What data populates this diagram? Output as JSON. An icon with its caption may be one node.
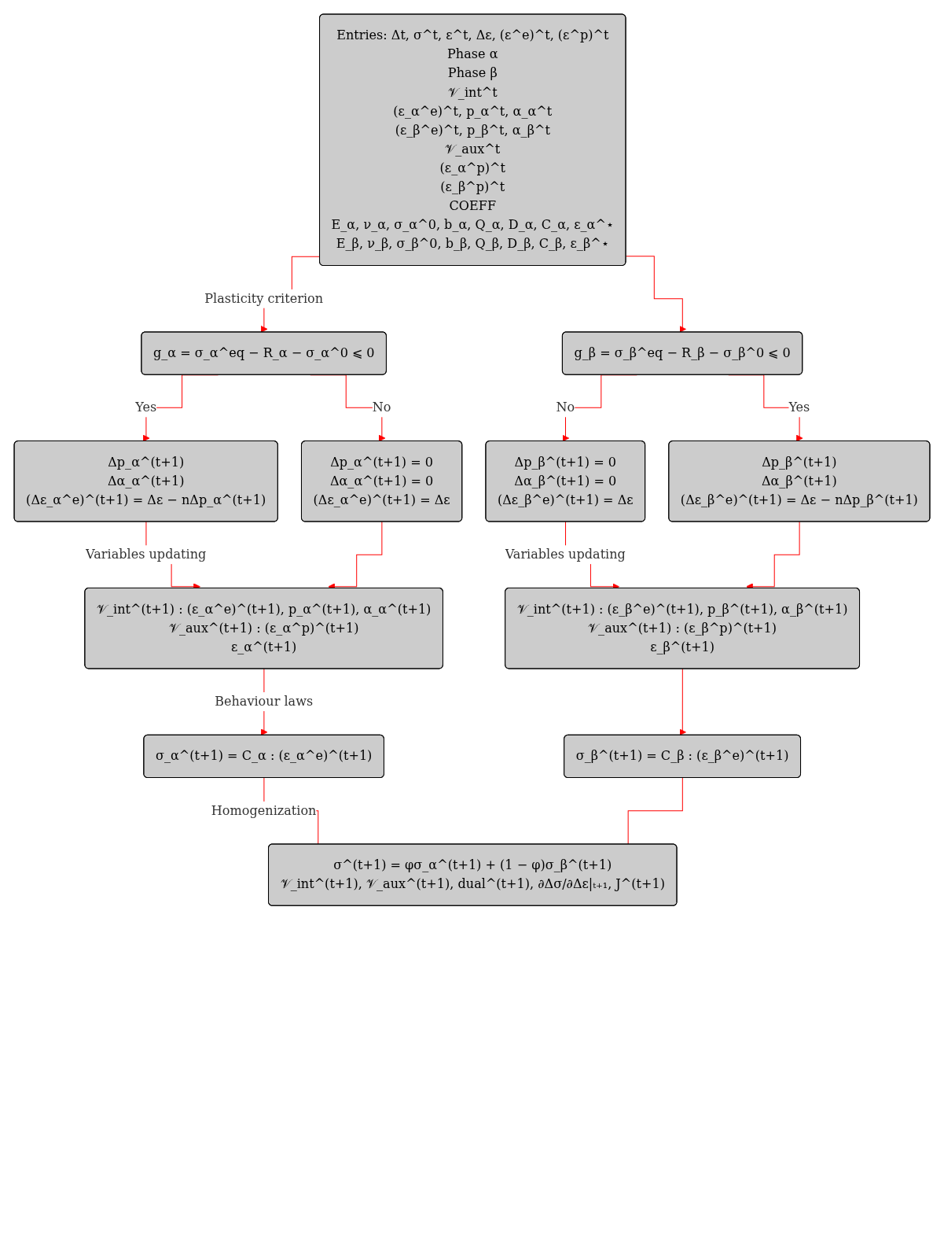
{
  "diagram": {
    "nodes": [
      {
        "text": [
          "Entries: Δt, σ^t, ε^t, Δε, (ε^e)^t, (ε^p)^t",
          "Phase α",
          "Phase β",
          "𝒱_int^t",
          "(ε_α^e)^t, p_α^t, α_α^t",
          "(ε_β^e)^t, p_β^t, α_β^t",
          "𝒱_aux^t",
          "(ε_α^p)^t",
          "(ε_β^p)^t",
          "COEFF",
          "E_α, ν_α, σ_α^0, b_α, Q_α, D_α, C_α, ε_α^⋆",
          "E_β, ν_β, σ_β^0, b_β, Q_β, D_β, C_β, ε_β^⋆"
        ]
      },
      {
        "text": [
          "g_α = σ_α^eq − R_α − σ_α^0 ⩽ 0"
        ]
      },
      {
        "text": [
          "g_β = σ_β^eq − R_β − σ_β^0 ⩽ 0"
        ]
      },
      {
        "text": [
          "Δp_α^(t+1)",
          "Δα_α^(t+1)",
          "(Δε_α^e)^(t+1) = Δε − nΔp_α^(t+1)"
        ]
      },
      {
        "text": [
          "Δp_α^(t+1) = 0",
          "Δα_α^(t+1) = 0",
          "(Δε_α^e)^(t+1) = Δε"
        ]
      },
      {
        "text": [
          "Δp_β^(t+1) = 0",
          "Δα_β^(t+1) = 0",
          "(Δε_β^e)^(t+1) = Δε"
        ]
      },
      {
        "text": [
          "Δp_β^(t+1)",
          "Δα_β^(t+1)",
          "(Δε_β^e)^(t+1) = Δε − nΔp_β^(t+1)"
        ]
      },
      {
        "text": [
          "𝒱_int^(t+1) : (ε_α^e)^(t+1), p_α^(t+1), α_α^(t+1)",
          "𝒱_aux^(t+1) : (ε_α^p)^(t+1)",
          "ε_α^(t+1)"
        ]
      },
      {
        "text": [
          "𝒱_int^(t+1) : (ε_β^e)^(t+1), p_β^(t+1), α_β^(t+1)",
          "𝒱_aux^(t+1) : (ε_β^p)^(t+1)",
          "ε_β^(t+1)"
        ]
      },
      {
        "text": [
          "σ_α^(t+1) = C_α : (ε_α^e)^(t+1)"
        ]
      },
      {
        "text": [
          "σ_β^(t+1) = C_β : (ε_β^e)^(t+1)"
        ]
      },
      {
        "text": [
          "σ^(t+1) = φσ_α^(t+1) + (1 − φ)σ_β^(t+1)",
          "𝒱_int^(t+1), 𝒱_aux^(t+1), dual^(t+1), ∂Δσ/∂Δε|ₜ₊₁, J^(t+1)"
        ]
      }
    ],
    "edges": [
      {
        "from": 0,
        "to": 1,
        "arrow": "to",
        "label": "Plasticity criterion"
      },
      {
        "from": 0,
        "to": 2,
        "arrow": "to"
      },
      {
        "from": 1,
        "to": 3,
        "arrow": "to",
        "label": "Yes"
      },
      {
        "from": 1,
        "to": 4,
        "arrow": "to",
        "label": "No"
      },
      {
        "from": 2,
        "to": 5,
        "arrow": "to",
        "label": "No"
      },
      {
        "from": 2,
        "to": 6,
        "arrow": "to",
        "label": "Yes"
      },
      {
        "from": 3,
        "to": 7,
        "arrow": "to",
        "label": "Variables updating"
      },
      {
        "from": 4,
        "to": 7,
        "arrow": "to"
      },
      {
        "from": 5,
        "to": 8,
        "arrow": "to",
        "label": "Variables updating"
      },
      {
        "from": 6,
        "to": 8,
        "arrow": "to"
      },
      {
        "from": 7,
        "to": 9,
        "arrow": "to",
        "label": "Behaviour laws"
      },
      {
        "from": 8,
        "to": 10,
        "arrow": "to"
      },
      {
        "from": 9,
        "to": 11,
        "arrow": "none",
        "label": "Homogenization"
      },
      {
        "from": 10,
        "to": 11,
        "arrow": "none"
      }
    ]
  }
}
